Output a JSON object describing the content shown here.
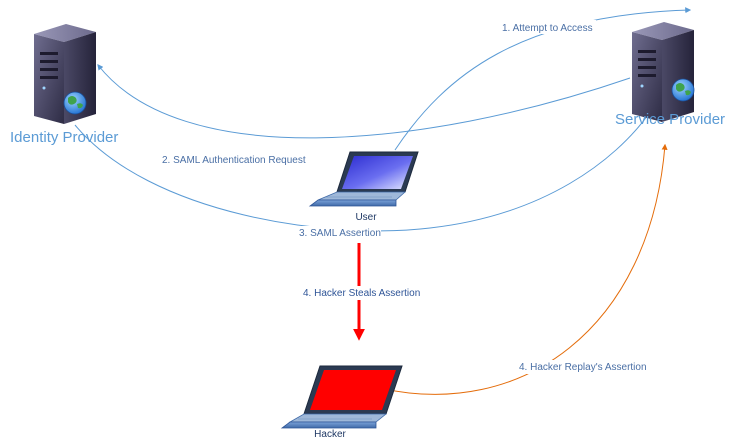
{
  "nodes": {
    "identity_provider": {
      "label": "Identity Provider"
    },
    "service_provider": {
      "label": "Service Provider"
    },
    "user": {
      "label": "User"
    },
    "hacker": {
      "label": "Hacker"
    }
  },
  "edges": {
    "attempt": {
      "label": "1. Attempt to Access"
    },
    "auth_request": {
      "label": "2. SAML Authentication Request"
    },
    "assertion": {
      "label": "3. SAML Assertion"
    },
    "steal": {
      "label": "4. Hacker Steals Assertion"
    },
    "replay": {
      "label": "4. Hacker Replay's Assertion"
    }
  },
  "colors": {
    "line_blue": "#5b9bd5",
    "label_blue": "#5b9bd5",
    "steal_red": "#ff0000",
    "replay_orange": "#e46c0a",
    "screen_blue": "#3a3ad6",
    "screen_red": "#ff0000"
  }
}
